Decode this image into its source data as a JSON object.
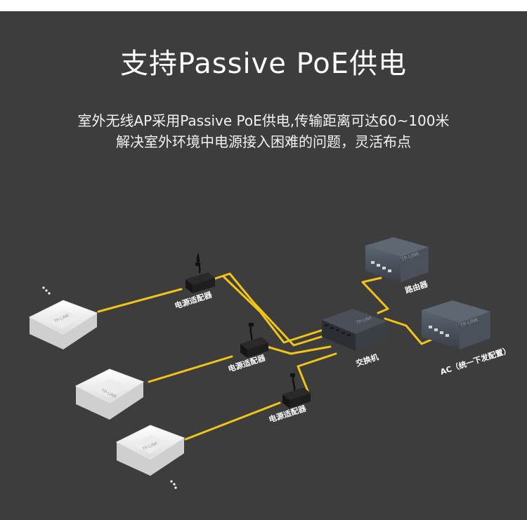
{
  "title": "支持Passive PoE供电",
  "subtitle_lines": [
    "室外无线AP采用Passive PoE供电,传输距离可达60~100米",
    "解决室外环境中电源接入困难的问题，灵活布点"
  ],
  "labels": {
    "adapter_1": "电源适配器",
    "adapter_2": "电源适配器",
    "adapter_3": "电源适配器",
    "switch": "交换机",
    "router": "路由器",
    "ac": "AC（统一下发配置）"
  },
  "device_brand": "TP-LINK",
  "colors": {
    "background": "#3d3d3d",
    "cable": "#f2c417",
    "text": "#ffffff"
  }
}
